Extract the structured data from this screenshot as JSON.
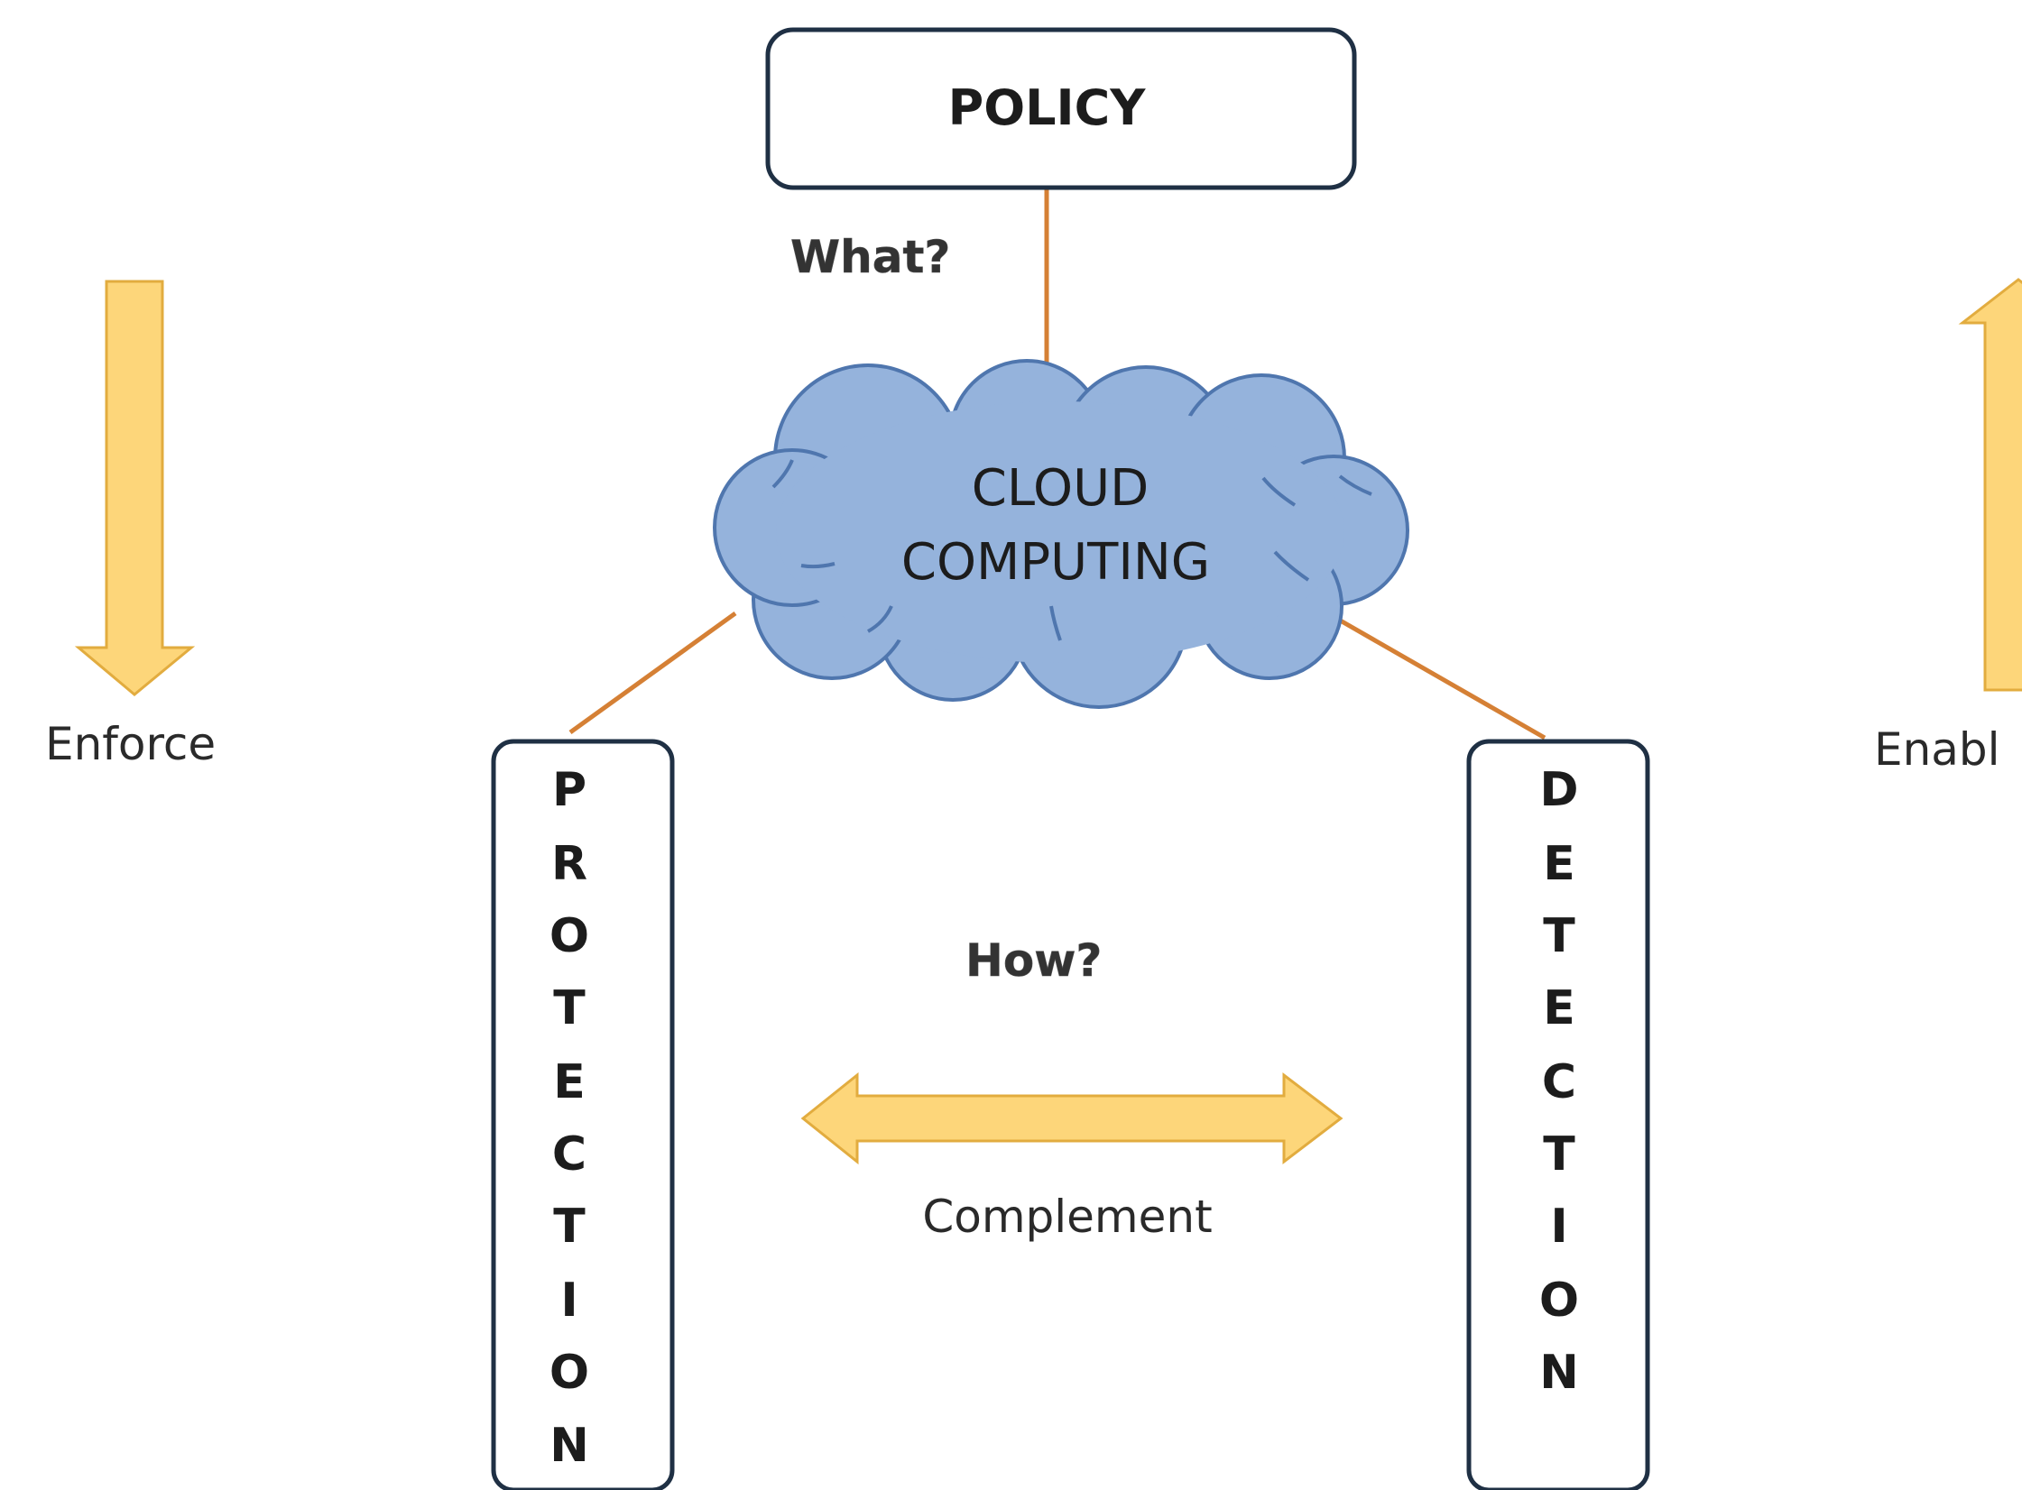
{
  "nodes": {
    "policy": "POLICY",
    "cloud_line1": "CLOUD",
    "cloud_line2": "COMPUTING",
    "protection": "PROTECTION",
    "detection": "DETECTION"
  },
  "labels": {
    "what": "What?",
    "how": "How?",
    "complement": "Complement",
    "enforce": "Enforce",
    "enable": "Enabl"
  },
  "colors": {
    "cloud_fill": "#95b3dc",
    "cloud_stroke": "#4f76ae",
    "box_stroke": "#1f3044",
    "connector": "#d58035",
    "arrow_fill": "#fdd67a",
    "arrow_stroke": "#e2ac3f"
  }
}
